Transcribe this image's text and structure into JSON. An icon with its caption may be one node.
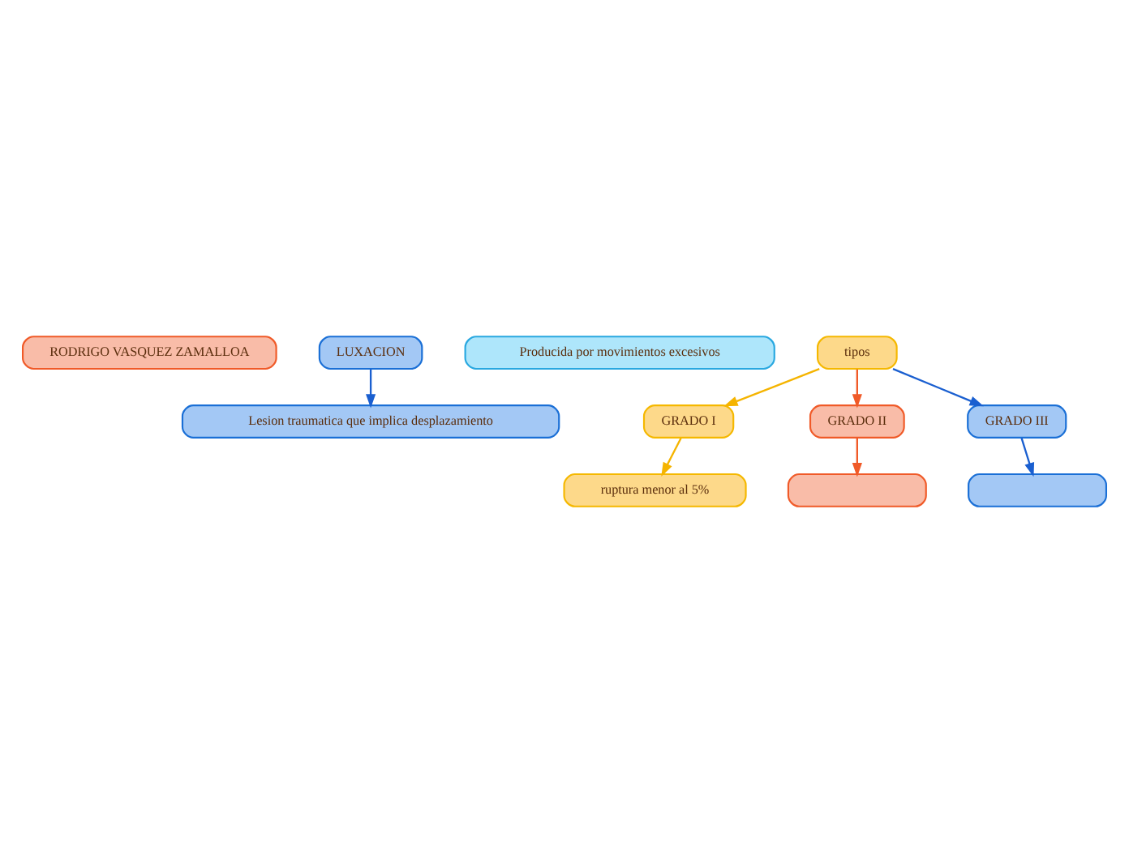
{
  "diagram": {
    "nodes": [
      {
        "text": [
          "RODRIGO VASQUEZ ZAMALLOA"
        ]
      },
      {
        "text": [
          "LUXACION"
        ]
      },
      {
        "text": [
          "Lesion traumatica que implica desplazamiento"
        ]
      },
      {
        "text": [
          "Producida por movimientos excesivos"
        ]
      },
      {
        "text": [
          "tipos"
        ]
      },
      {
        "text": [
          "GRADO I"
        ]
      },
      {
        "text": [
          "GRADO II"
        ]
      },
      {
        "text": [
          "GRADO III"
        ]
      },
      {
        "text": [
          "ruptura menor al 5%"
        ]
      },
      {
        "text": [],
        "shape": "box"
      },
      {
        "text": [],
        "shape": "box"
      }
    ],
    "edges": [
      {
        "from": 1,
        "to": 2,
        "arrow": "to",
        "color": "#1a5fd0"
      },
      {
        "from": 4,
        "to": 5,
        "arrow": "to",
        "color": "#f5b400"
      },
      {
        "from": 4,
        "to": 6,
        "arrow": "to",
        "color": "#f05a28"
      },
      {
        "from": 4,
        "to": 7,
        "arrow": "to",
        "color": "#1a5fd0"
      },
      {
        "from": 5,
        "to": 8,
        "arrow": "to",
        "color": "#f5b400"
      },
      {
        "from": 6,
        "to": 9,
        "arrow": "to",
        "color": "#f05a28"
      },
      {
        "from": 7,
        "to": 10,
        "arrow": "to",
        "color": "#1a5fd0"
      }
    ]
  }
}
